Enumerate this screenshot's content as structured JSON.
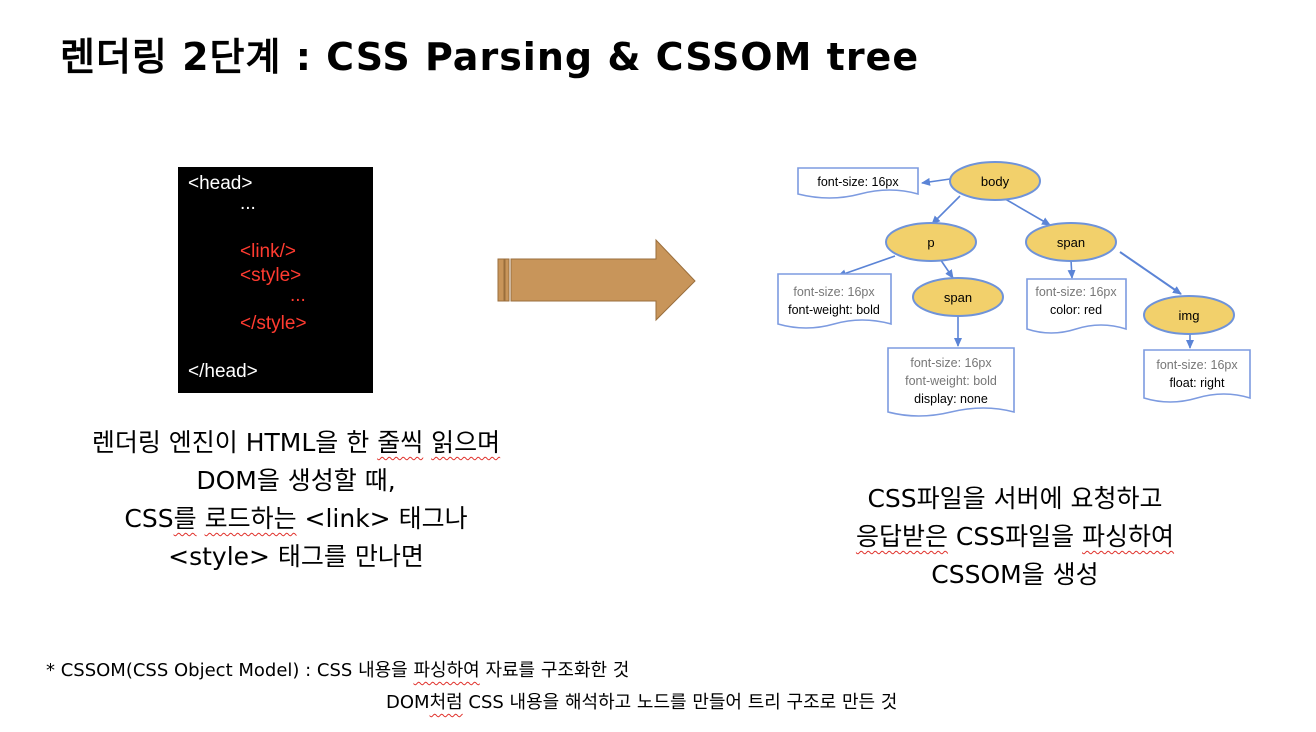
{
  "title": "렌더링 2단계 : CSS Parsing & CSSOM tree",
  "code_box": {
    "lines": [
      "<head>",
      "...",
      "<link/>",
      "<style>",
      "...",
      "</style>",
      "</head>"
    ]
  },
  "left_text": {
    "line1": "렌더링 엔진이 HTML을 한 ",
    "line1_squig": "줄씩",
    "line1_mid": " ",
    "line1_squig2": "읽으며",
    "line2": "DOM을 생성할 때,",
    "line3_a": "CSS",
    "line3_squig": "를",
    "line3_b": " ",
    "line3_squig2": "로드하는",
    "line3_c": " <link> 태그나",
    "line4": "<style> 태그를 만나면"
  },
  "right_text": {
    "line1": "CSS파일을 서버에 요청하고",
    "line2_squig": "응답받은",
    "line2_a": " CSS파일을 ",
    "line2_squig2": "파싱하여",
    "line3": "CSSOM을 생성"
  },
  "footnote": {
    "line1_a": "* CSSOM(CSS Object Model) :  CSS 내용을 ",
    "line1_squig": "파싱하여",
    "line1_b": " 자료를 구조화한 것",
    "line2_a": "DOM",
    "line2_squig": "처럼",
    "line2_b": " CSS 내용을 해석하고 노드를 만들어 트리 구조로 만든 것"
  },
  "tree": {
    "nodes": {
      "body": "body",
      "p": "p",
      "span1": "span",
      "span2": "span",
      "img": "img"
    },
    "boxes": {
      "body": [
        "font-size: 16px"
      ],
      "p": [
        "font-size: 16px",
        "font-weight: bold"
      ],
      "span_under_p": [
        "font-size: 16px",
        "font-weight: bold",
        "display: none"
      ],
      "span": [
        "font-size: 16px",
        "color: red"
      ],
      "img": [
        "font-size: 16px",
        "float: right"
      ]
    }
  },
  "colors": {
    "node_fill": "#f2d06b",
    "node_stroke": "#6f93d9",
    "edge": "#5b84d6",
    "box_stroke": "#7d9be0",
    "arrow_fill": "#c8955a",
    "code_red": "#ff3b30",
    "squiggle": "#e0302a"
  }
}
